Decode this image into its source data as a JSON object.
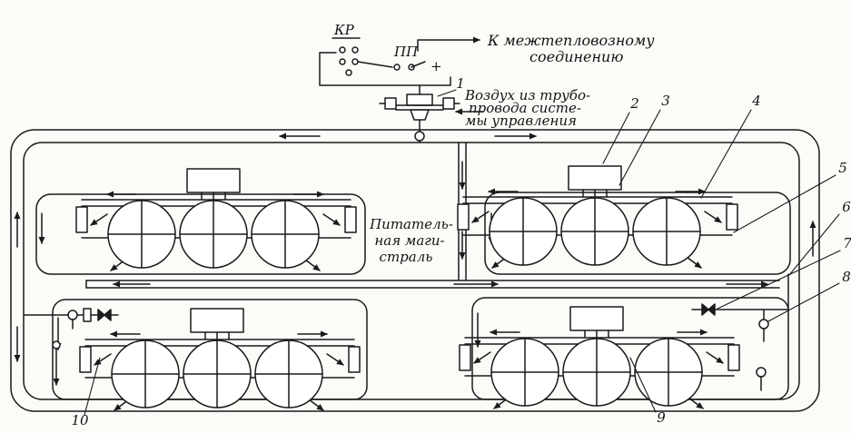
{
  "figure": {
    "description": "Pneumatic piping schematic of a diesel locomotive (four bogies, feed main, control valves)",
    "ink_color": "#1a1a1a",
    "paper_color": "#fbfbf8"
  },
  "labels": {
    "kr": "КР",
    "pp": "ПП",
    "plus": "+",
    "inter_loco_line1": "К межтепловозному",
    "inter_loco_line2": "соединению",
    "air_line1": "Воздух из трубо-",
    "air_line2": "провода систе-",
    "air_line3": "мы управления",
    "feed_line1": "Питатель-",
    "feed_line2": "ная маги-",
    "feed_line3": "страль"
  },
  "callouts": {
    "c1": "1",
    "c2": "2",
    "c3": "3",
    "c4": "4",
    "c5": "5",
    "c6": "6",
    "c7": "7",
    "c8": "8",
    "c9": "9",
    "c10": "10"
  }
}
